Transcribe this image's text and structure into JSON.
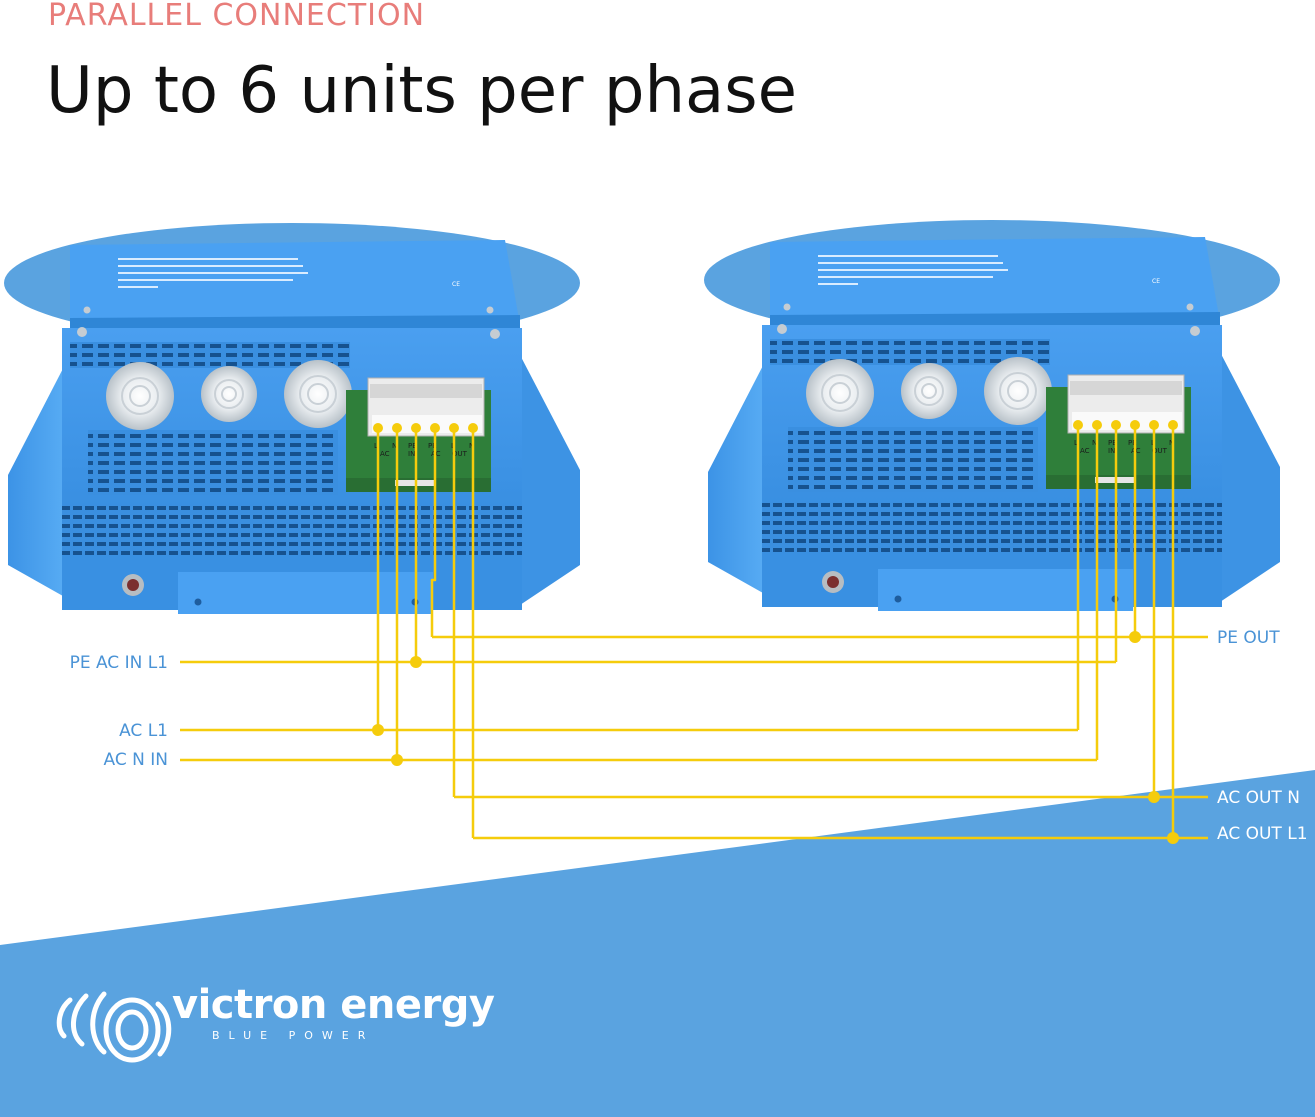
{
  "header": {
    "eyebrow": "PARALLEL CONNECTION",
    "title": "Up to 6 units per phase"
  },
  "colors": {
    "accent_red": "#e87d7a",
    "brand_blue": "#5aa3e0",
    "wire_yellow": "#f5cc0c",
    "label_blue": "#4a93d6"
  },
  "units": [
    {
      "name": "unit-left",
      "terminals": [
        "L",
        "N",
        "PE",
        "PE",
        "L",
        "N"
      ],
      "terminal_groups": [
        "AC",
        "IN",
        "AC",
        "OUT"
      ],
      "ce_mark": "CE"
    },
    {
      "name": "unit-right",
      "terminals": [
        "L",
        "N",
        "PE",
        "PE",
        "L",
        "N"
      ],
      "terminal_groups": [
        "AC",
        "IN",
        "AC",
        "OUT"
      ],
      "ce_mark": "CE"
    }
  ],
  "wires": {
    "left_labels": {
      "pe_ac_in": "PE AC IN L1",
      "ac_l1": "AC L1",
      "ac_n_in": "AC N IN"
    },
    "right_labels": {
      "pe_out": "PE OUT",
      "ac_out_n": "AC OUT N",
      "ac_out_l1": "AC OUT L1"
    }
  },
  "brand": {
    "name": "victron energy",
    "tagline": "BLUE POWER",
    "logo": "victron-swirl-logo"
  }
}
